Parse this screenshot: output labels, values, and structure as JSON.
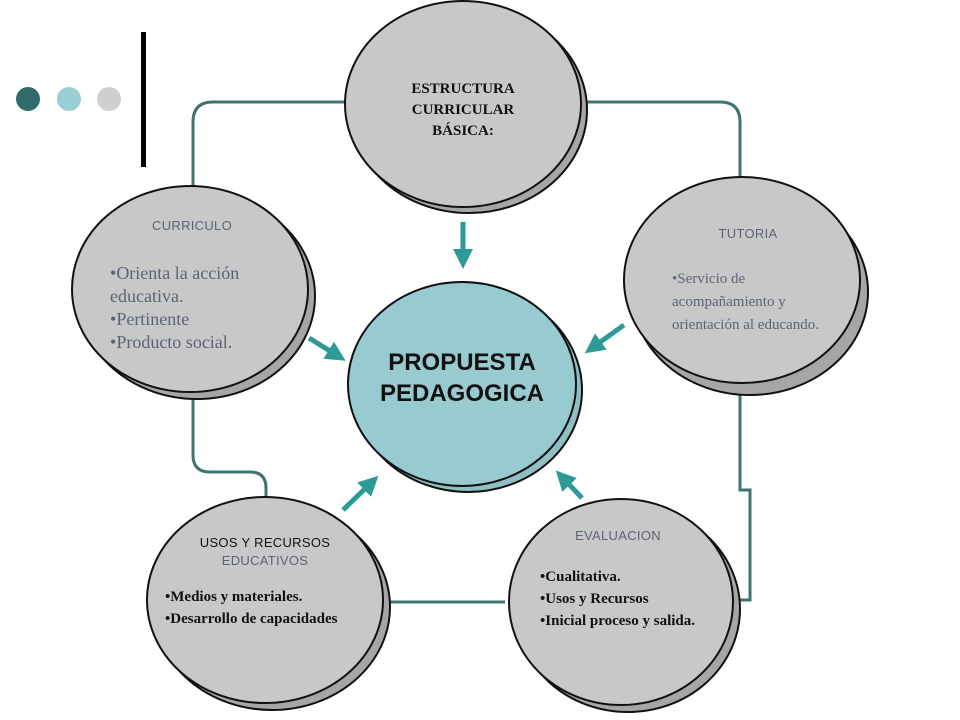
{
  "colors": {
    "connector": "#3e7470",
    "arrow": "#2e9a97",
    "node_fill": "#c8c8c8",
    "center_fill": "#98cbd0",
    "muted_text": "#5b6474",
    "dark_text": "#111111",
    "dot_1": "#336b6b",
    "dot_2": "#99cfd3",
    "dot_3": "#cfcfcf"
  },
  "diagram": {
    "center": {
      "line1": "PROPUESTA",
      "line2": "PEDAGOGICA"
    },
    "estructura": {
      "line1": "ESTRUCTURA",
      "line2": "CURRICULAR",
      "line3": "BÁSICA:"
    },
    "curriculo": {
      "title": "CURRICULO",
      "items": [
        "Orienta la acción educativa.",
        "Pertinente",
        "Producto social."
      ]
    },
    "tutoria": {
      "title": "TUTORIA",
      "items": [
        "Servicio de acompañamiento y orientación al educando."
      ]
    },
    "usos": {
      "title_line1": "USOS Y RECURSOS",
      "title_line2": "EDUCATIVOS",
      "items": [
        "Medios y materiales.",
        "Desarrollo de capacidades"
      ]
    },
    "evaluacion": {
      "title": "EVALUACION",
      "items": [
        "Cualitativa.",
        "Usos y Recursos",
        "Inicial proceso y salida."
      ]
    }
  }
}
